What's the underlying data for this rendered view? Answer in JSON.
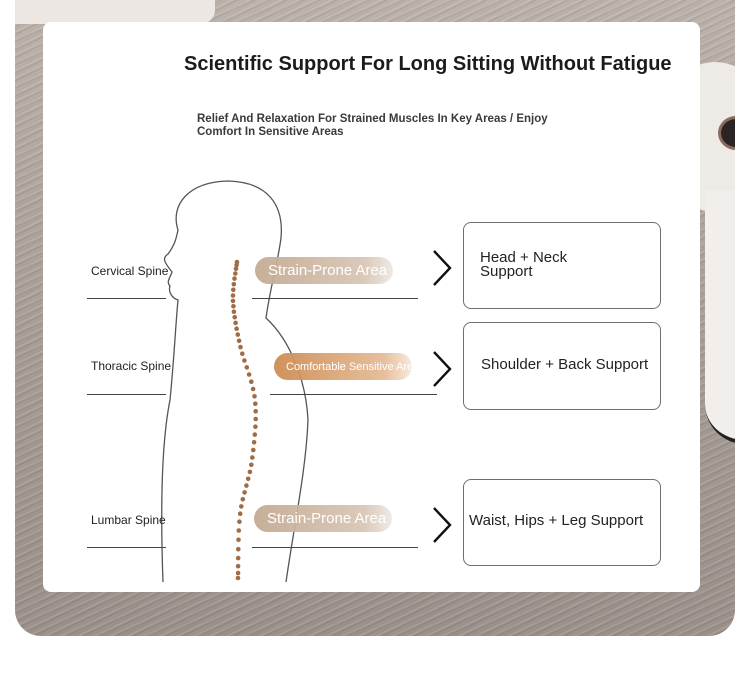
{
  "header": {
    "title": "Scientific Support For Long Sitting Without Fatigue",
    "subtitle": "Relief And Relaxation For Strained Muscles In Key Areas / Enjoy Comfort In Sensitive Areas"
  },
  "zones": [
    {
      "spine": "Cervical Spine",
      "area": "Strain-Prone Area",
      "support": "Head + Neck Support"
    },
    {
      "spine": "Thoracic Spine",
      "area": "Comfortable Sensitive Areas",
      "support": "Shoulder + Back Support"
    },
    {
      "spine": "Lumbar Spine",
      "area": "Strain-Prone Area",
      "support": "Waist, Hips + Leg Support"
    }
  ],
  "icons": {
    "arrow": "chevron-right-icon"
  },
  "colors": {
    "spine_dots": "#a06b45",
    "strain_pill": "#c9b29b",
    "comfort_pill": "#d49a64",
    "outline": "#555555"
  }
}
